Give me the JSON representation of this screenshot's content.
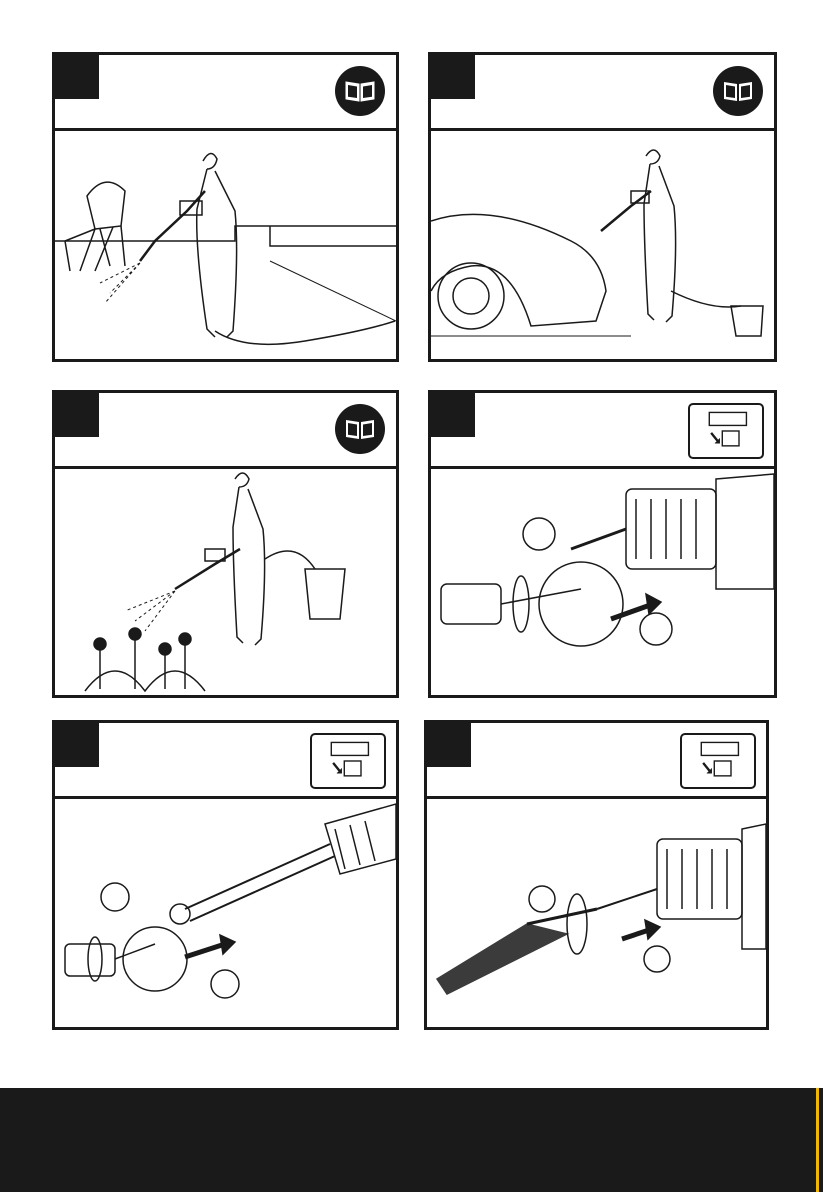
{
  "page": {
    "panels": [
      {
        "id": "fig-a",
        "ref_icon": "manual-book-icon",
        "scene": "woman-spraying-garden-chair"
      },
      {
        "id": "fig-b",
        "ref_icon": "manual-book-icon",
        "scene": "woman-spraying-car-bucket-source"
      },
      {
        "id": "fig-c",
        "ref_icon": "manual-book-icon",
        "scene": "woman-watering-flowers"
      },
      {
        "id": "fig-d",
        "ref_icon": "battery-removed-icon",
        "scene": "attach-brush-nozzle",
        "callouts": [
          "",
          ""
        ]
      },
      {
        "id": "fig-e",
        "ref_icon": "battery-removed-icon",
        "scene": "attach-extension-lance",
        "callouts": [
          "",
          ""
        ]
      },
      {
        "id": "fig-f",
        "ref_icon": "battery-removed-icon",
        "scene": "attach-bristle-brush",
        "callouts": [
          "",
          ""
        ]
      }
    ],
    "colors": {
      "ink": "#1a1a1a",
      "accent": "#f2b705"
    }
  }
}
